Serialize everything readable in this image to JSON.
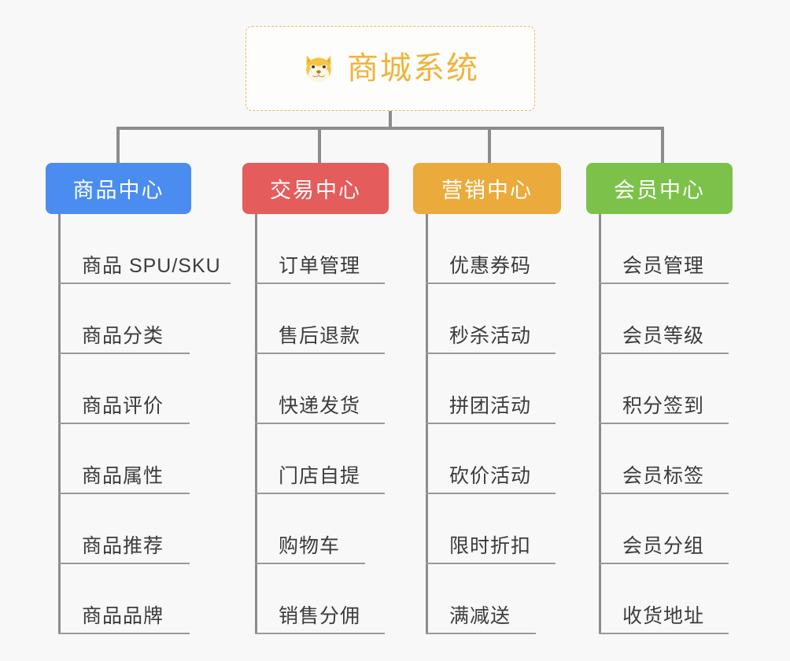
{
  "page": {
    "background_color": "#f8f8f8",
    "title": "商城系统"
  },
  "root": {
    "label": "商城系统",
    "icon": "shiba-dog-face-icon",
    "text_color": "#f0b43c",
    "border_color": "#e8b96a",
    "border_style": "dashed"
  },
  "connector": {
    "color": "#8c8c8c"
  },
  "branches": [
    {
      "label": "商品中心",
      "color": "#4a8cf0",
      "items": [
        "商品 SPU/SKU",
        "商品分类",
        "商品评价",
        "商品属性",
        "商品推荐",
        "商品品牌"
      ]
    },
    {
      "label": "交易中心",
      "color": "#e45c5c",
      "items": [
        "订单管理",
        "售后退款",
        "快递发货",
        "门店自提",
        "购物车",
        "销售分佣"
      ]
    },
    {
      "label": "营销中心",
      "color": "#eaab3c",
      "items": [
        "优惠券码",
        "秒杀活动",
        "拼团活动",
        "砍价活动",
        "限时折扣",
        "满减送"
      ]
    },
    {
      "label": "会员中心",
      "color": "#7cc24a",
      "items": [
        "会员管理",
        "会员等级",
        "积分签到",
        "会员标签",
        "会员分组",
        "收货地址"
      ]
    }
  ],
  "layout": {
    "branch_lefts": [
      58,
      308,
      525,
      745
    ],
    "branch_header_widths": [
      185,
      186,
      188,
      186
    ],
    "drop_lefts": [
      148,
      404,
      620,
      840
    ]
  }
}
